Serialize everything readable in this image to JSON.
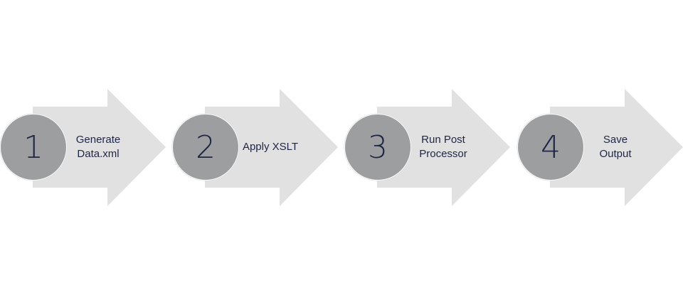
{
  "diagram": {
    "type": "process-flow",
    "colors": {
      "arrow_fill": "#e1e1e1",
      "badge_fill": "#9c9e9f",
      "text": "#1f2544",
      "background": "#ffffff"
    },
    "steps": [
      {
        "number": "1",
        "label": "Generate\nData.xml"
      },
      {
        "number": "2",
        "label": "Apply XSLT"
      },
      {
        "number": "3",
        "label": "Run Post\nProcessor"
      },
      {
        "number": "4",
        "label": "Save\nOutput"
      }
    ]
  }
}
